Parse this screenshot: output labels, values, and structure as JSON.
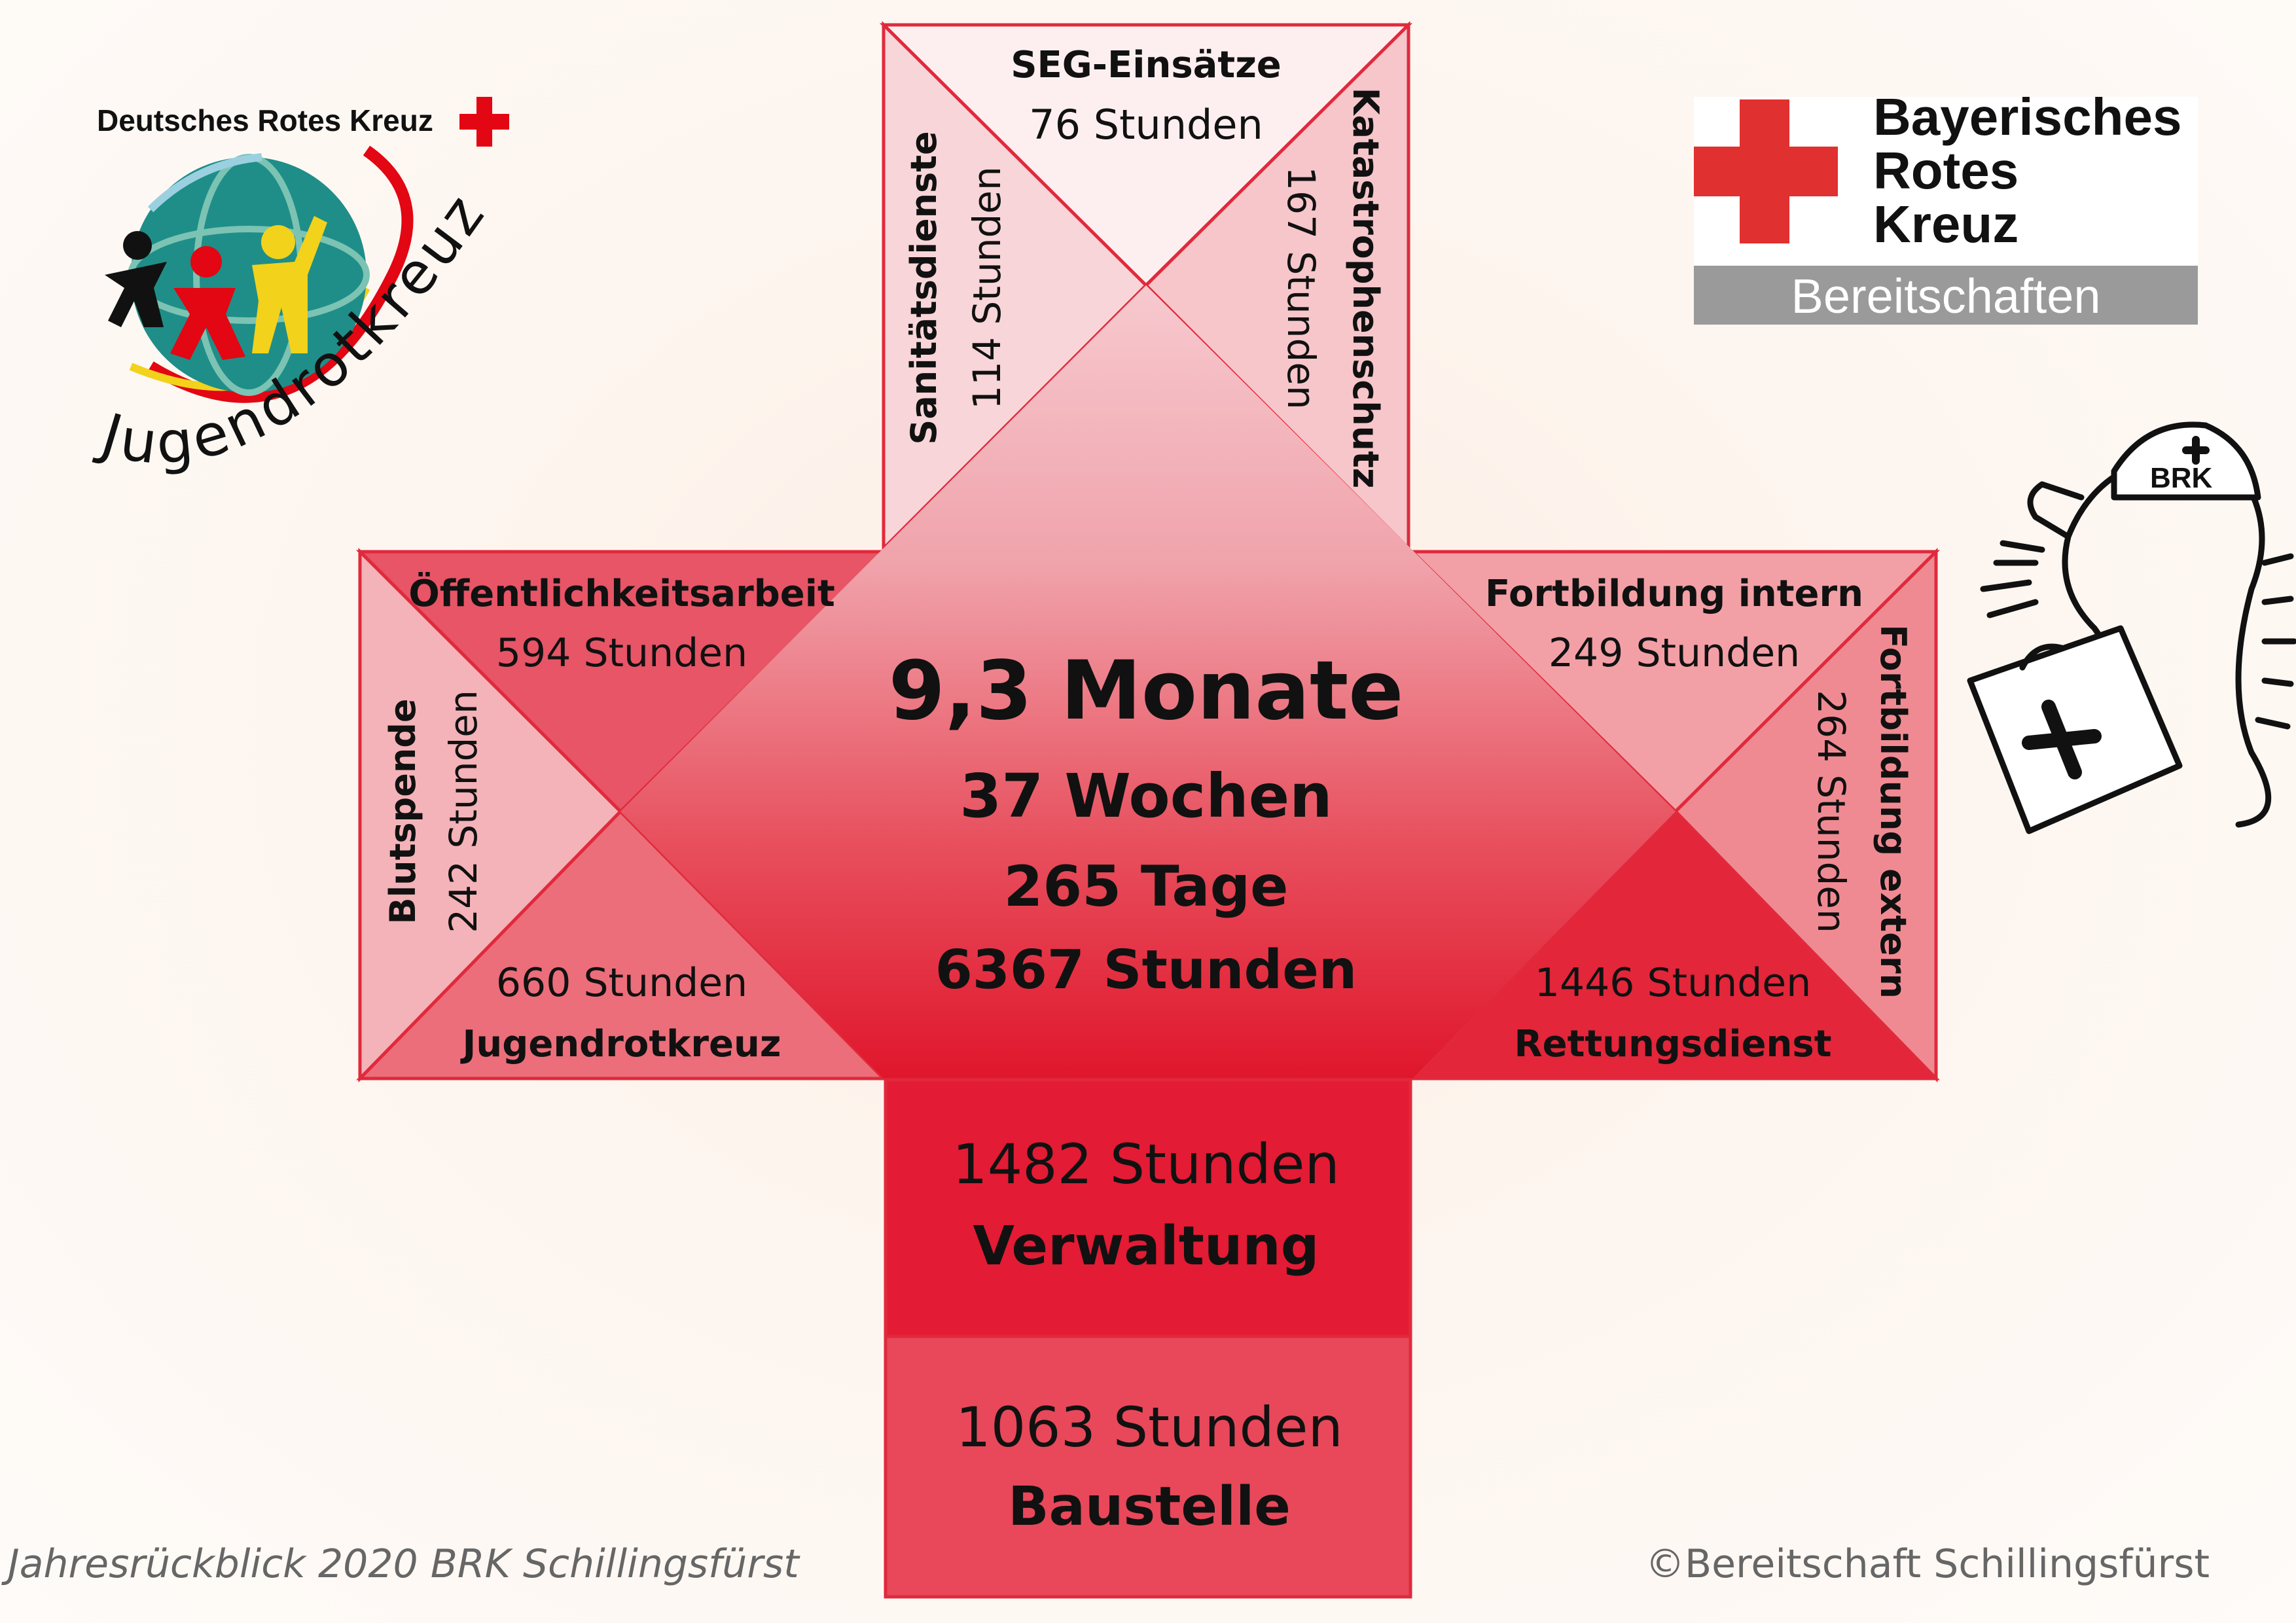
{
  "center": {
    "months": "9,3 Monate",
    "weeks": "37 Wochen",
    "days": "265 Tage",
    "hours": "6367 Stunden"
  },
  "segments": {
    "seg": {
      "title": "SEG-Einsätze",
      "hours": "76 Stunden"
    },
    "sanitaet": {
      "title": "Sanitätsdienste",
      "hours": "114 Stunden"
    },
    "katastrophe": {
      "title": "Katastrophenschutz",
      "hours": "167 Stunden"
    },
    "oeffentlich": {
      "title": "Öffentlichkeitsarbeit",
      "hours": "594 Stunden"
    },
    "blutspende": {
      "title": "Blutspende",
      "hours": "242 Stunden"
    },
    "jrk": {
      "title": "Jugendrotkreuz",
      "hours": "660 Stunden"
    },
    "fb_intern": {
      "title": "Fortbildung intern",
      "hours": "249 Stunden"
    },
    "fb_extern": {
      "title": "Fortbildung extern",
      "hours": "264 Stunden"
    },
    "rettung": {
      "title": "Rettungsdienst",
      "hours": "1446 Stunden"
    },
    "verwaltung": {
      "title": "Verwaltung",
      "hours": "1482 Stunden"
    },
    "baustelle": {
      "title": "Baustelle",
      "hours": "1063 Stunden"
    }
  },
  "logo_drk": {
    "top_text": "Deutsches Rotes Kreuz",
    "arc_text": "Jugendrotkreuz"
  },
  "logo_brk": {
    "line1": "Bayerisches",
    "line2": "Rotes",
    "line3": "Kreuz",
    "bar": "Bereitschaften"
  },
  "mascot": {
    "helmet_text": "BRK"
  },
  "footer": {
    "left": "Jahresrückblick 2020 BRK Schillingsfürst",
    "right": "©Bereitschaft Schillingsfürst"
  },
  "colors": {
    "red": "#e30613",
    "dark_red": "#e31b35",
    "border": "#e02a3c"
  }
}
